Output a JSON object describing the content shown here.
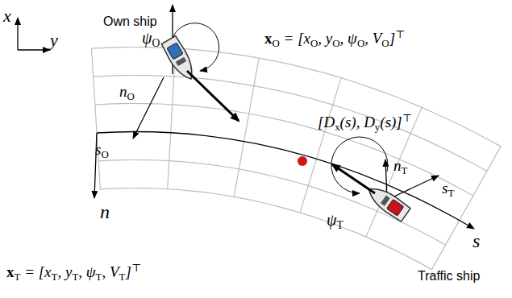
{
  "diagram": {
    "labels": [
      "x",
      "y",
      "Own ship",
      "ψ",
      "O",
      "x",
      "O",
      " = [x",
      "O",
      ", y",
      "O",
      ", ψ",
      "O",
      ", V",
      "O",
      "]",
      "⊤",
      "n",
      "O",
      "s",
      "O",
      "[D",
      "x",
      "(s), D",
      "y",
      "(s)]",
      "⊤",
      "n",
      "s",
      "n",
      "T",
      "s",
      "T",
      "ψ",
      "T",
      "x",
      "T",
      " = [x",
      "T",
      ", y",
      "T",
      ", ψ",
      "T",
      ", V",
      "T",
      "]",
      "⊤",
      "Traffic ship"
    ]
  }
}
